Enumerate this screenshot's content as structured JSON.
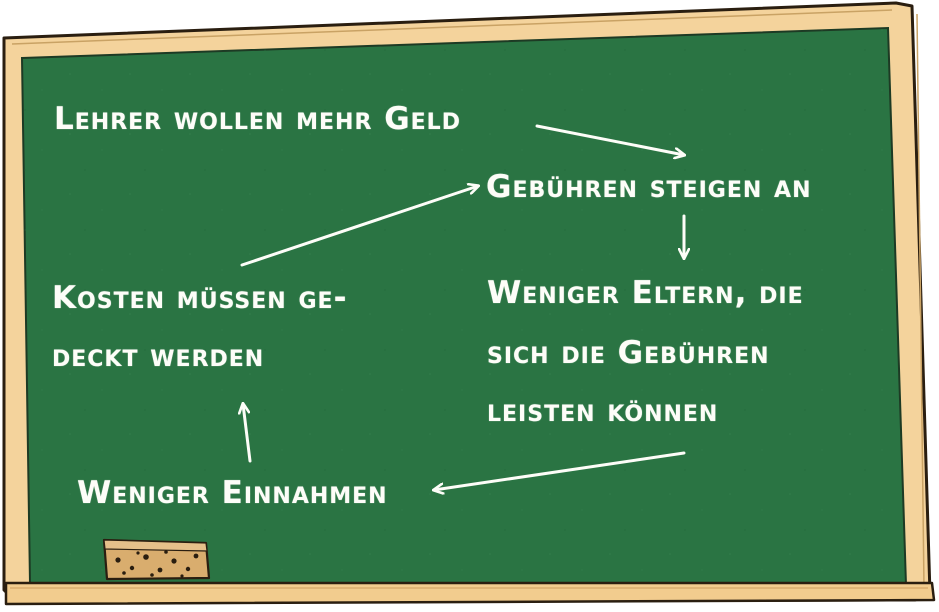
{
  "board": {
    "frame_color": "#f4d39c",
    "frame_outline": "#2a1e10",
    "surface_color": "#2a7443",
    "chalk_color": "#fdfdf8",
    "eraser_color": "#d9ad6e"
  },
  "cycle": {
    "lehrer": "Lehrer wollen mehr Geld",
    "gebuehren": "Gebühren steigen an",
    "weniger_eltern": {
      "line1": "Weniger Eltern, die",
      "line2": "sich die Gebühren",
      "line3": "leisten können"
    },
    "weniger_einnahmen": "Weniger Einnahmen",
    "kosten": {
      "line1": "Kosten müssen ge-",
      "line2": "deckt werden"
    }
  }
}
